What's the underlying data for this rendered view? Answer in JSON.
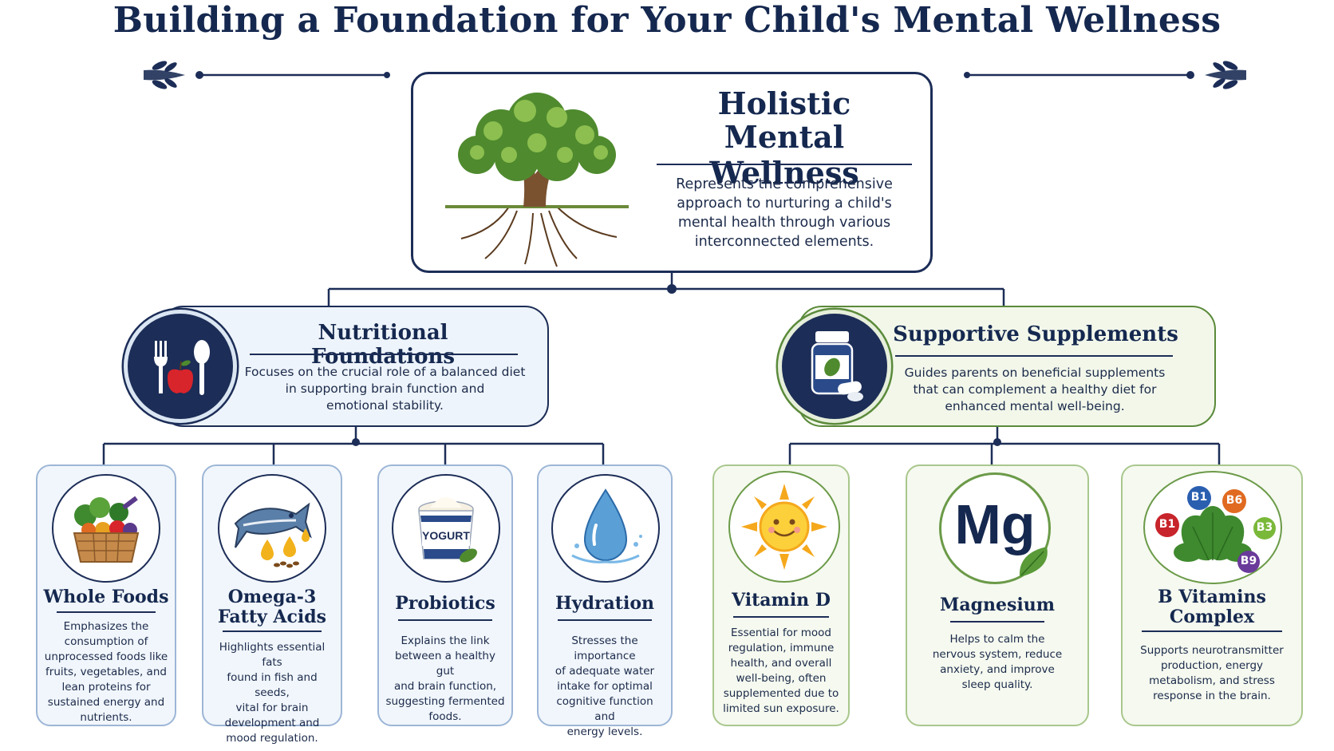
{
  "title": "Building a Foundation for Your Child's Mental Wellness",
  "root": {
    "title_line1": "Holistic",
    "title_line2": "Mental Wellness",
    "desc_lines": [
      "Represents the comprehensive",
      "approach to nurturing a child's",
      "mental health through various",
      "interconnected elements."
    ],
    "icon": "tree-icon"
  },
  "categories": [
    {
      "title": "Nutritional Foundations",
      "icon": "fork-apple-spoon-icon",
      "desc_lines": [
        "Focuses on the crucial role of a balanced diet",
        "in supporting brain function and",
        "emotional stability."
      ]
    },
    {
      "title": "Supportive Supplements",
      "icon": "supplement-bottle-icon",
      "desc_lines": [
        "Guides parents on beneficial supplements",
        "that can complement a healthy diet for",
        "enhanced mental well-being."
      ]
    }
  ],
  "nutrition_items": [
    {
      "title_lines": [
        "Whole Foods"
      ],
      "icon": "vegetable-basket-icon",
      "desc_lines": [
        "Emphasizes the",
        "consumption of",
        "unprocessed foods like",
        "fruits, vegetables, and",
        "lean proteins for",
        "sustained energy and",
        "nutrients."
      ]
    },
    {
      "title_lines": [
        "Omega-3",
        "Fatty Acids"
      ],
      "icon": "fish-oil-icon",
      "desc_lines": [
        "Highlights essential fats",
        "found in fish and seeds,",
        "vital for brain",
        "development and",
        "mood regulation."
      ]
    },
    {
      "title_lines": [
        "Probiotics"
      ],
      "icon": "yogurt-icon",
      "label": "YOGURT",
      "desc_lines": [
        "Explains the link",
        "between a healthy gut",
        "and brain function,",
        "suggesting fermented",
        "foods."
      ]
    },
    {
      "title_lines": [
        "Hydration"
      ],
      "icon": "water-drop-icon",
      "desc_lines": [
        "Stresses the importance",
        "of adequate water",
        "intake for optimal",
        "cognitive function and",
        "energy levels."
      ]
    }
  ],
  "supplement_items": [
    {
      "title_lines": [
        "Vitamin D"
      ],
      "icon": "sun-icon",
      "desc_lines": [
        "Essential for mood",
        "regulation, immune",
        "health, and overall",
        "well-being, often",
        "supplemented due to",
        "limited sun exposure."
      ]
    },
    {
      "title_lines": [
        "Magnesium"
      ],
      "icon": "magnesium-icon",
      "symbol": "Mg",
      "desc_lines": [
        "Helps to calm the",
        "nervous system, reduce",
        "anxiety, and improve",
        "sleep quality."
      ]
    },
    {
      "title_lines": [
        "B Vitamins",
        "Complex"
      ],
      "icon": "b-vitamins-spinach-icon",
      "badges": [
        "B1",
        "B6",
        "B1",
        "B3",
        "B9"
      ],
      "desc_lines": [
        "Supports neurotransmitter",
        "production, energy",
        "metabolism, and stress",
        "response in the brain."
      ]
    }
  ],
  "colors": {
    "navy": "#1c2d57",
    "green": "#5a8a3a",
    "blue_bg": "#eef4fb",
    "green_bg": "#f2f7ea"
  }
}
